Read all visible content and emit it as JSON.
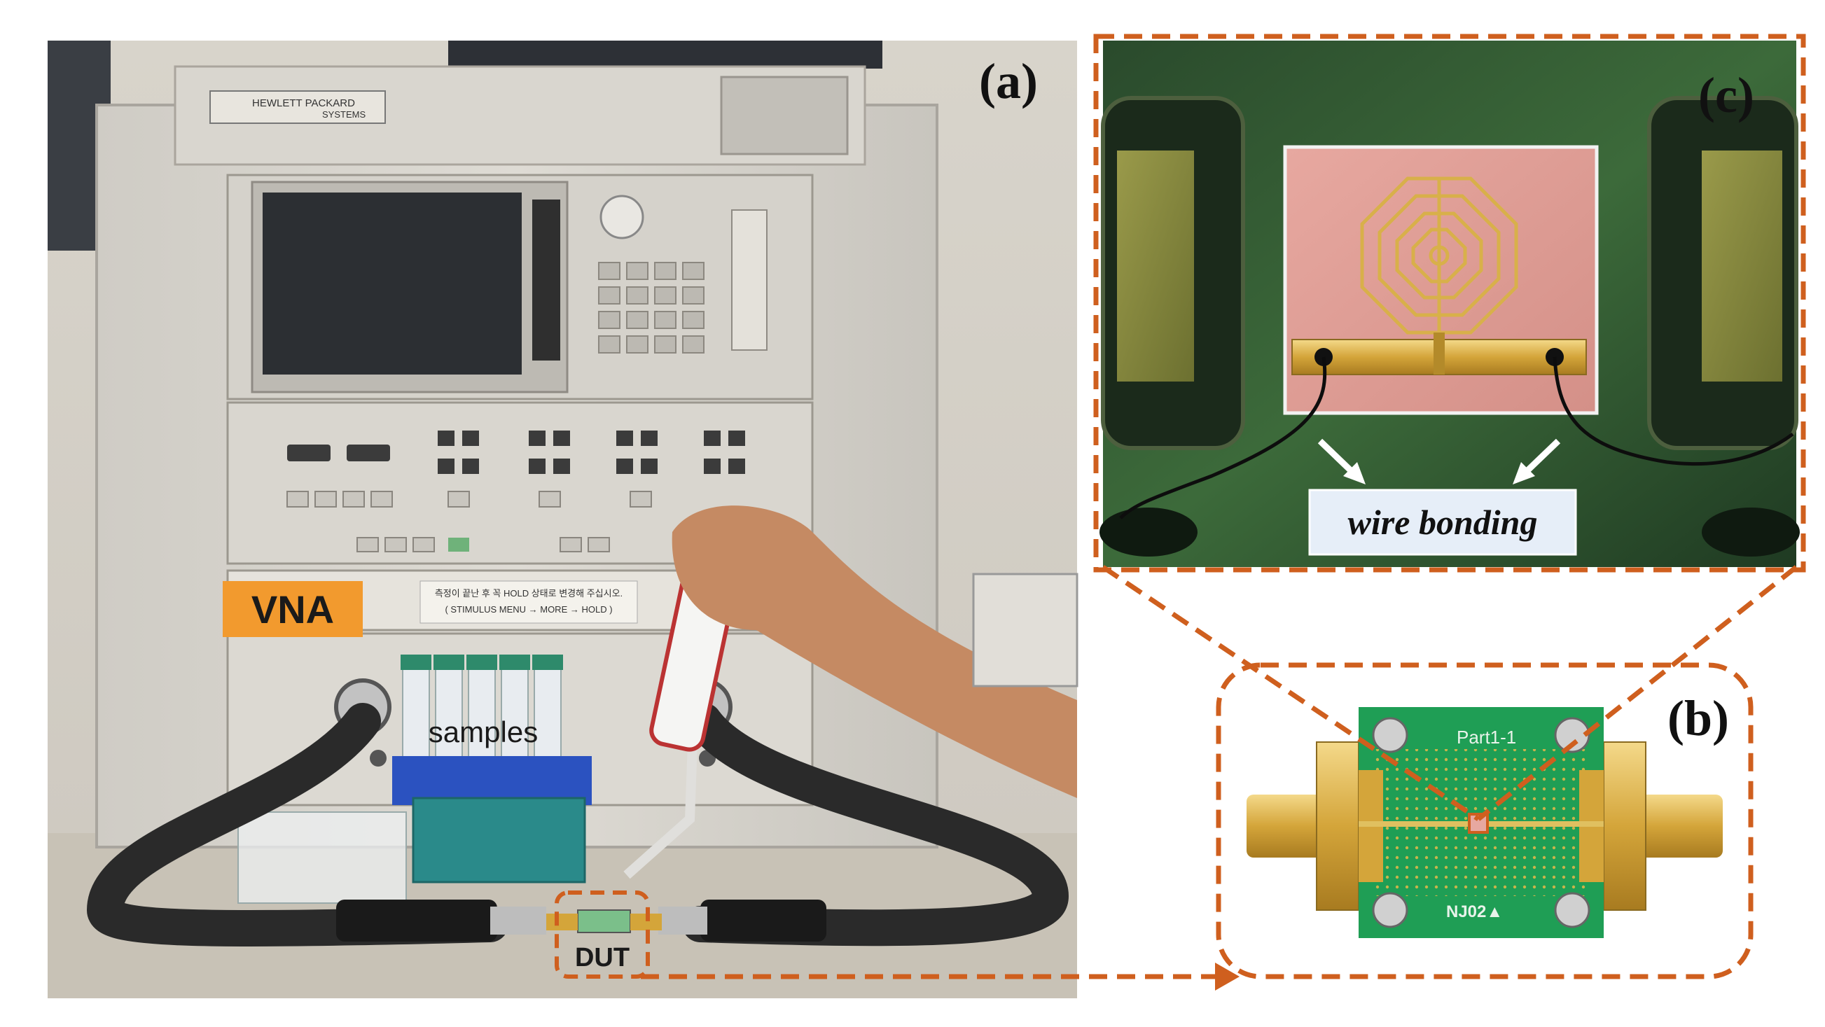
{
  "panels": {
    "a": "(a)",
    "b": "(b)",
    "c": "(c)"
  },
  "labels": {
    "vna": "VNA",
    "samples": "samples",
    "dut": "DUT",
    "wire_bonding": "wire bonding",
    "hp_brand": "HEWLETT PACKARD",
    "hp_systems": "SYSTEMS",
    "pcb_text": "Part1-1",
    "pcb_text2": "NJ02▲",
    "instrument_note1": "측정이 끝난 후 꼭 HOLD 상태로 변경해 주십시오.",
    "instrument_note2": "( STIMULUS MENU → MORE → HOLD )"
  },
  "colors": {
    "accent": "#cf5f1e",
    "vna_bg": "#f29a2e",
    "pcb_green": "#1f9e55",
    "gold": "#d4a53a"
  }
}
